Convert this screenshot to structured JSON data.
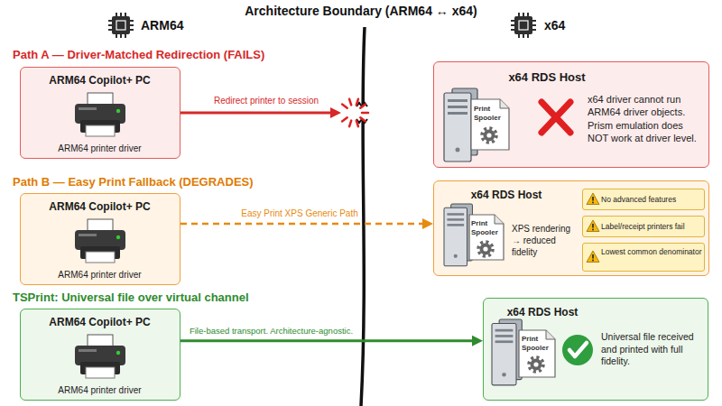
{
  "diagram": {
    "title": "Architecture Boundary (ARM64 ↔ x64)",
    "nodes": [
      {
        "text": [
          "ARM64 Copilot+ PC",
          "ARM64 printer driver"
        ]
      },
      {
        "text": [
          "x64 RDS Host",
          "x64 driver cannot run ARM64 driver objects. Prism emulation does NOT work at driver level."
        ]
      },
      {
        "text": [
          "Print Spooler"
        ],
        "in": 1
      },
      {
        "text": [
          "ARM64 Copilot+ PC",
          "ARM64 printer driver"
        ]
      },
      {
        "text": [
          "x64 RDS Host",
          "XPS rendering → reduced fidelity"
        ]
      },
      {
        "text": [
          "Print Spooler"
        ],
        "in": 4
      },
      {
        "text": [
          "No advanced features"
        ],
        "in": 4
      },
      {
        "text": [
          "Label/receipt printers fail"
        ],
        "in": 4
      },
      {
        "text": [
          "Lowest common denominator"
        ],
        "in": 4
      },
      {
        "text": [
          "ARM64 Copilot+ PC",
          "ARM64 printer driver"
        ]
      },
      {
        "text": [
          "x64 RDS Host",
          "Universal file received and printed with full fidelity."
        ]
      },
      {
        "text": [
          "Print Spooler"
        ],
        "in": 10
      }
    ],
    "edges": [
      {
        "from": 3,
        "to": 4,
        "label": "Easy Print XPS Generic Path",
        "arrow": "to"
      },
      {
        "from": 9,
        "to": 10,
        "label": "File-based transport. Architecture-agnostic.",
        "arrow": "to"
      }
    ],
    "labels": [
      "ARM64",
      "x64",
      "Path A — Driver-Matched Redirection (FAILS)",
      "Redirect printer to session",
      "Path B — Easy Print Fallback (DEGRADES)",
      "TSPrint: Universal file over virtual channel"
    ]
  }
}
